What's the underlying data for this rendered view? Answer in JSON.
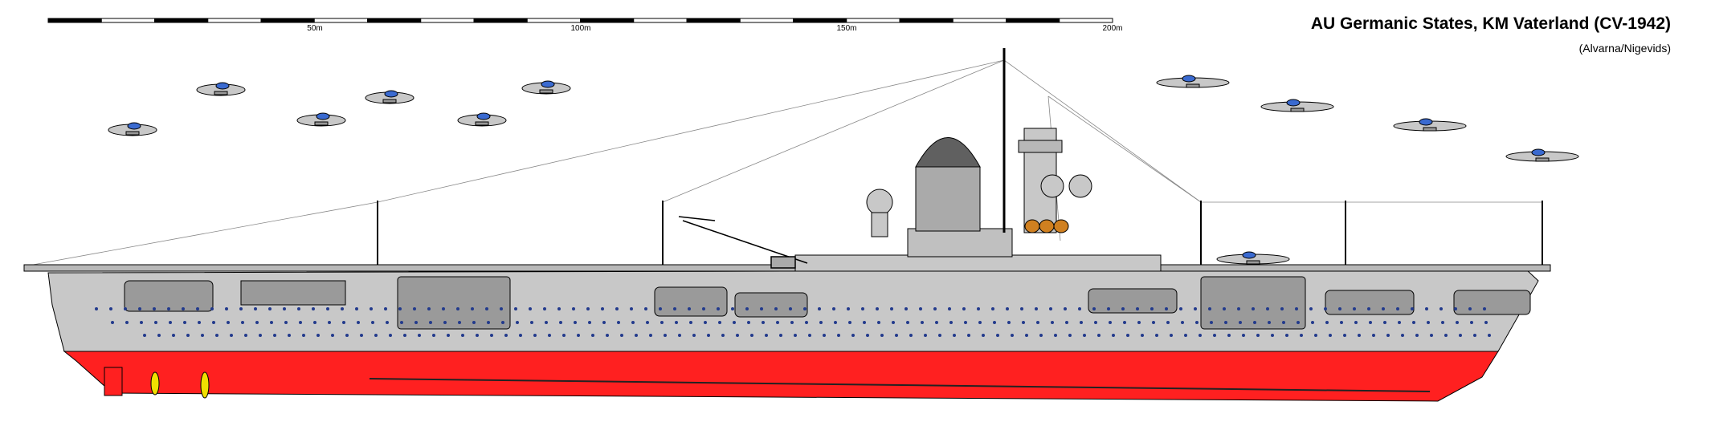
{
  "header": {
    "title": "AU Germanic States, KM Vaterland (CV-1942)",
    "credit": "(Alvarna/Nigevids)"
  },
  "scale_bar": {
    "max_m": 200,
    "labels": [
      "50m",
      "100m",
      "150m",
      "200m"
    ]
  },
  "colors": {
    "hull_grey": "#c8c8c8",
    "waterline_red": "#ff2020",
    "propeller_yellow": "#f0e000",
    "dome_grey": "#606060",
    "boats_orange": "#d08020",
    "ink": "#000000"
  }
}
